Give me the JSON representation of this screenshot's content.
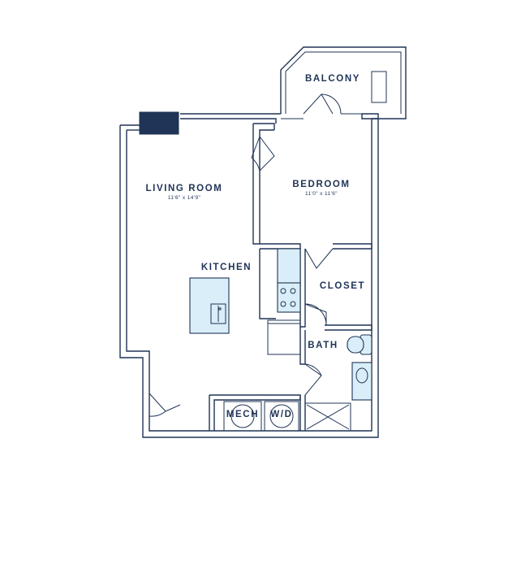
{
  "rooms": {
    "balcony": {
      "label": "BALCONY"
    },
    "living_room": {
      "label": "LIVING ROOM",
      "dimensions": "11'6\" x 14'9\""
    },
    "bedroom": {
      "label": "BEDROOM",
      "dimensions": "11'0\" x 11'6\""
    },
    "kitchen": {
      "label": "KITCHEN"
    },
    "closet": {
      "label": "CLOSET"
    },
    "bath": {
      "label": "BATH"
    },
    "mech": {
      "label": "MECH"
    },
    "washer_dryer": {
      "label": "W/D"
    }
  },
  "colors": {
    "wall": "#1f3456",
    "fixture_fill": "#d9eef8",
    "accent_block": "#1f3456"
  }
}
